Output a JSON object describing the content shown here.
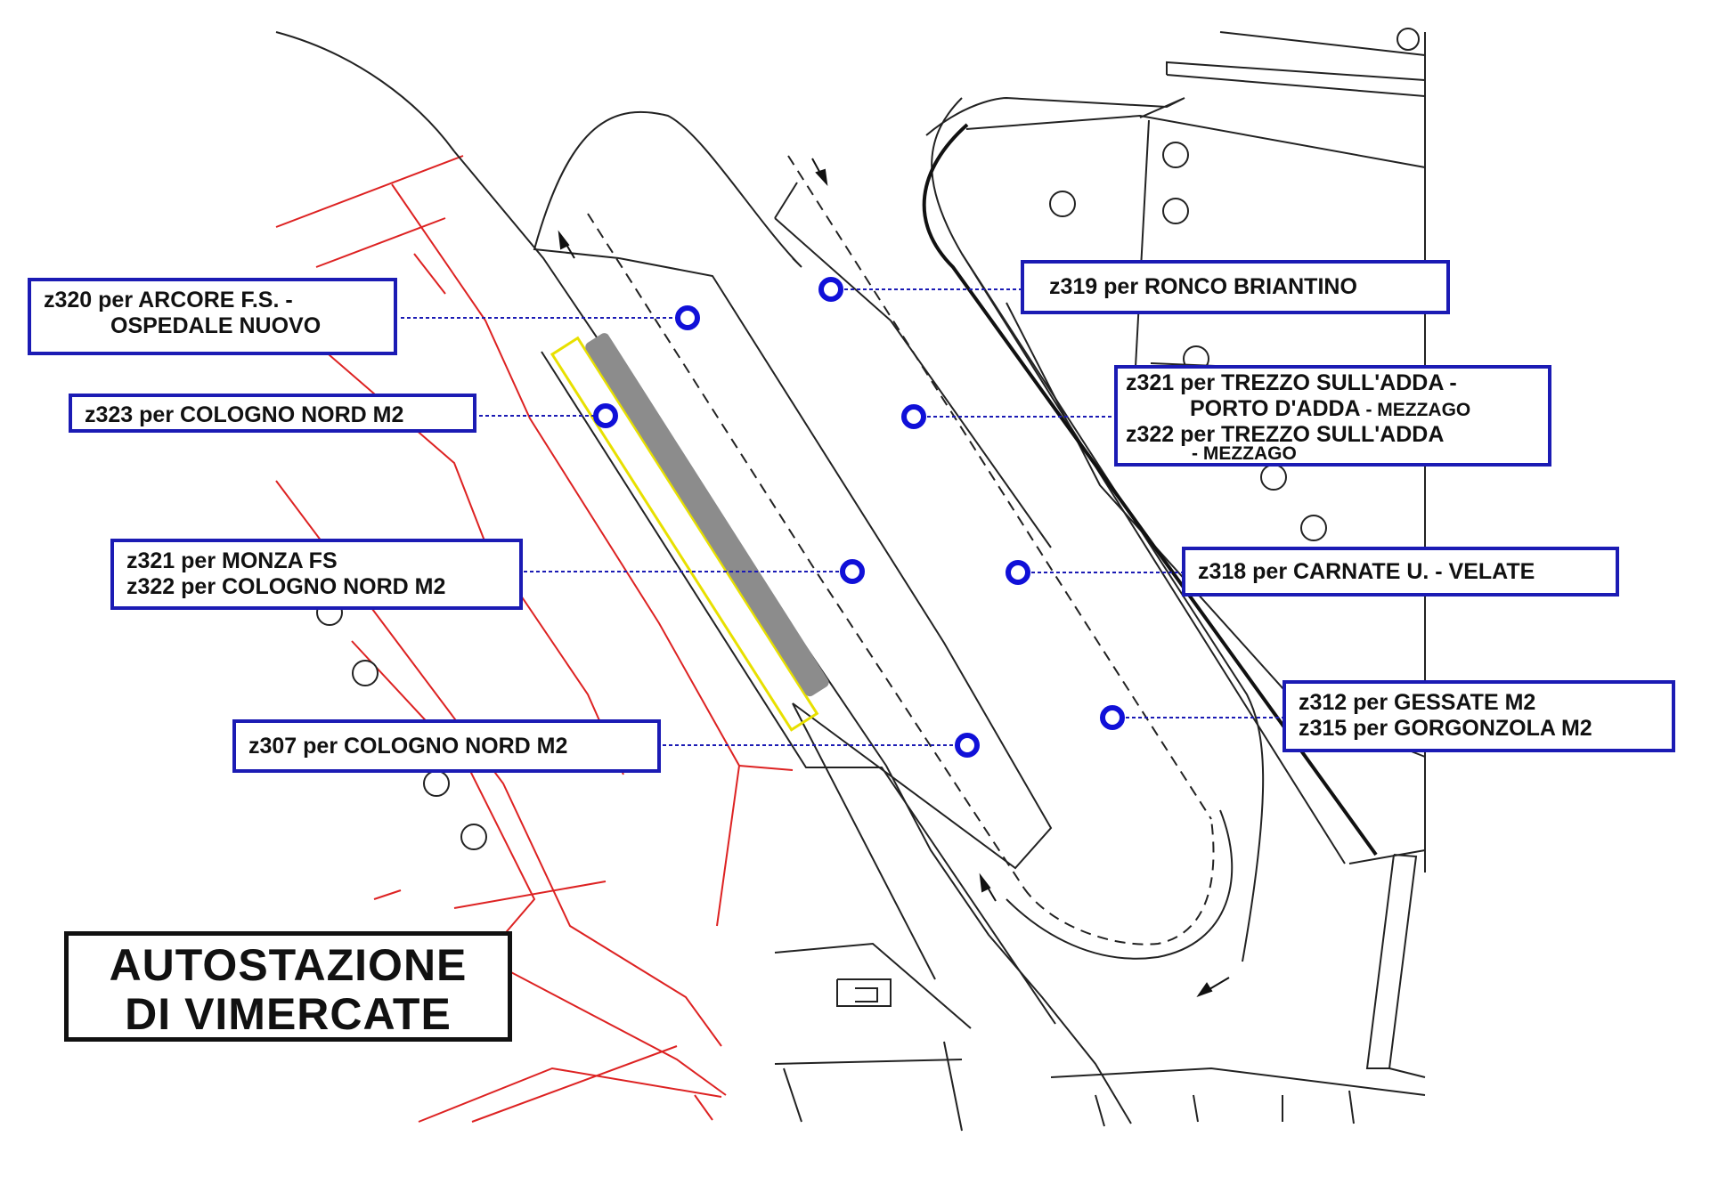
{
  "title": {
    "line1": "AUTOSTAZIONE",
    "line2": "DI VIMERCATE"
  },
  "colors": {
    "label_border": "#1b1bb4",
    "stop_marker": "#1010d8",
    "property_lines": "#dd2222",
    "platform_outline": "#e8e000",
    "shelter": "#8c8c8c",
    "road_lines": "#222222"
  },
  "icons": {
    "stop": "bus-stop-circle-icon",
    "direction": "direction-arrow-icon"
  },
  "labels": {
    "z320": {
      "line1": "z320 per ARCORE F.S. -",
      "line2": "OSPEDALE NUOVO"
    },
    "z323": {
      "line1": "z323 per COLOGNO NORD M2"
    },
    "z321_monza": {
      "line1": "z321 per MONZA FS",
      "line2": "z322 per COLOGNO NORD M2"
    },
    "z307": {
      "line1": "z307 per COLOGNO NORD M2"
    },
    "z319": {
      "line1": "z319 per RONCO BRIANTINO"
    },
    "z321_trezzo": {
      "line1": "z321 per TREZZO SULL'ADDA -",
      "line2a": "PORTO D'ADDA",
      "line2b": " - MEZZAGO",
      "line3": "z322 per TREZZO SULL'ADDA",
      "line4": "- MEZZAGO"
    },
    "z318": {
      "line1": "z318 per CARNATE U. - VELATE"
    },
    "z312": {
      "line1": "z312 per GESSATE M2",
      "line2": "z315 per GORGONZOLA M2"
    }
  }
}
